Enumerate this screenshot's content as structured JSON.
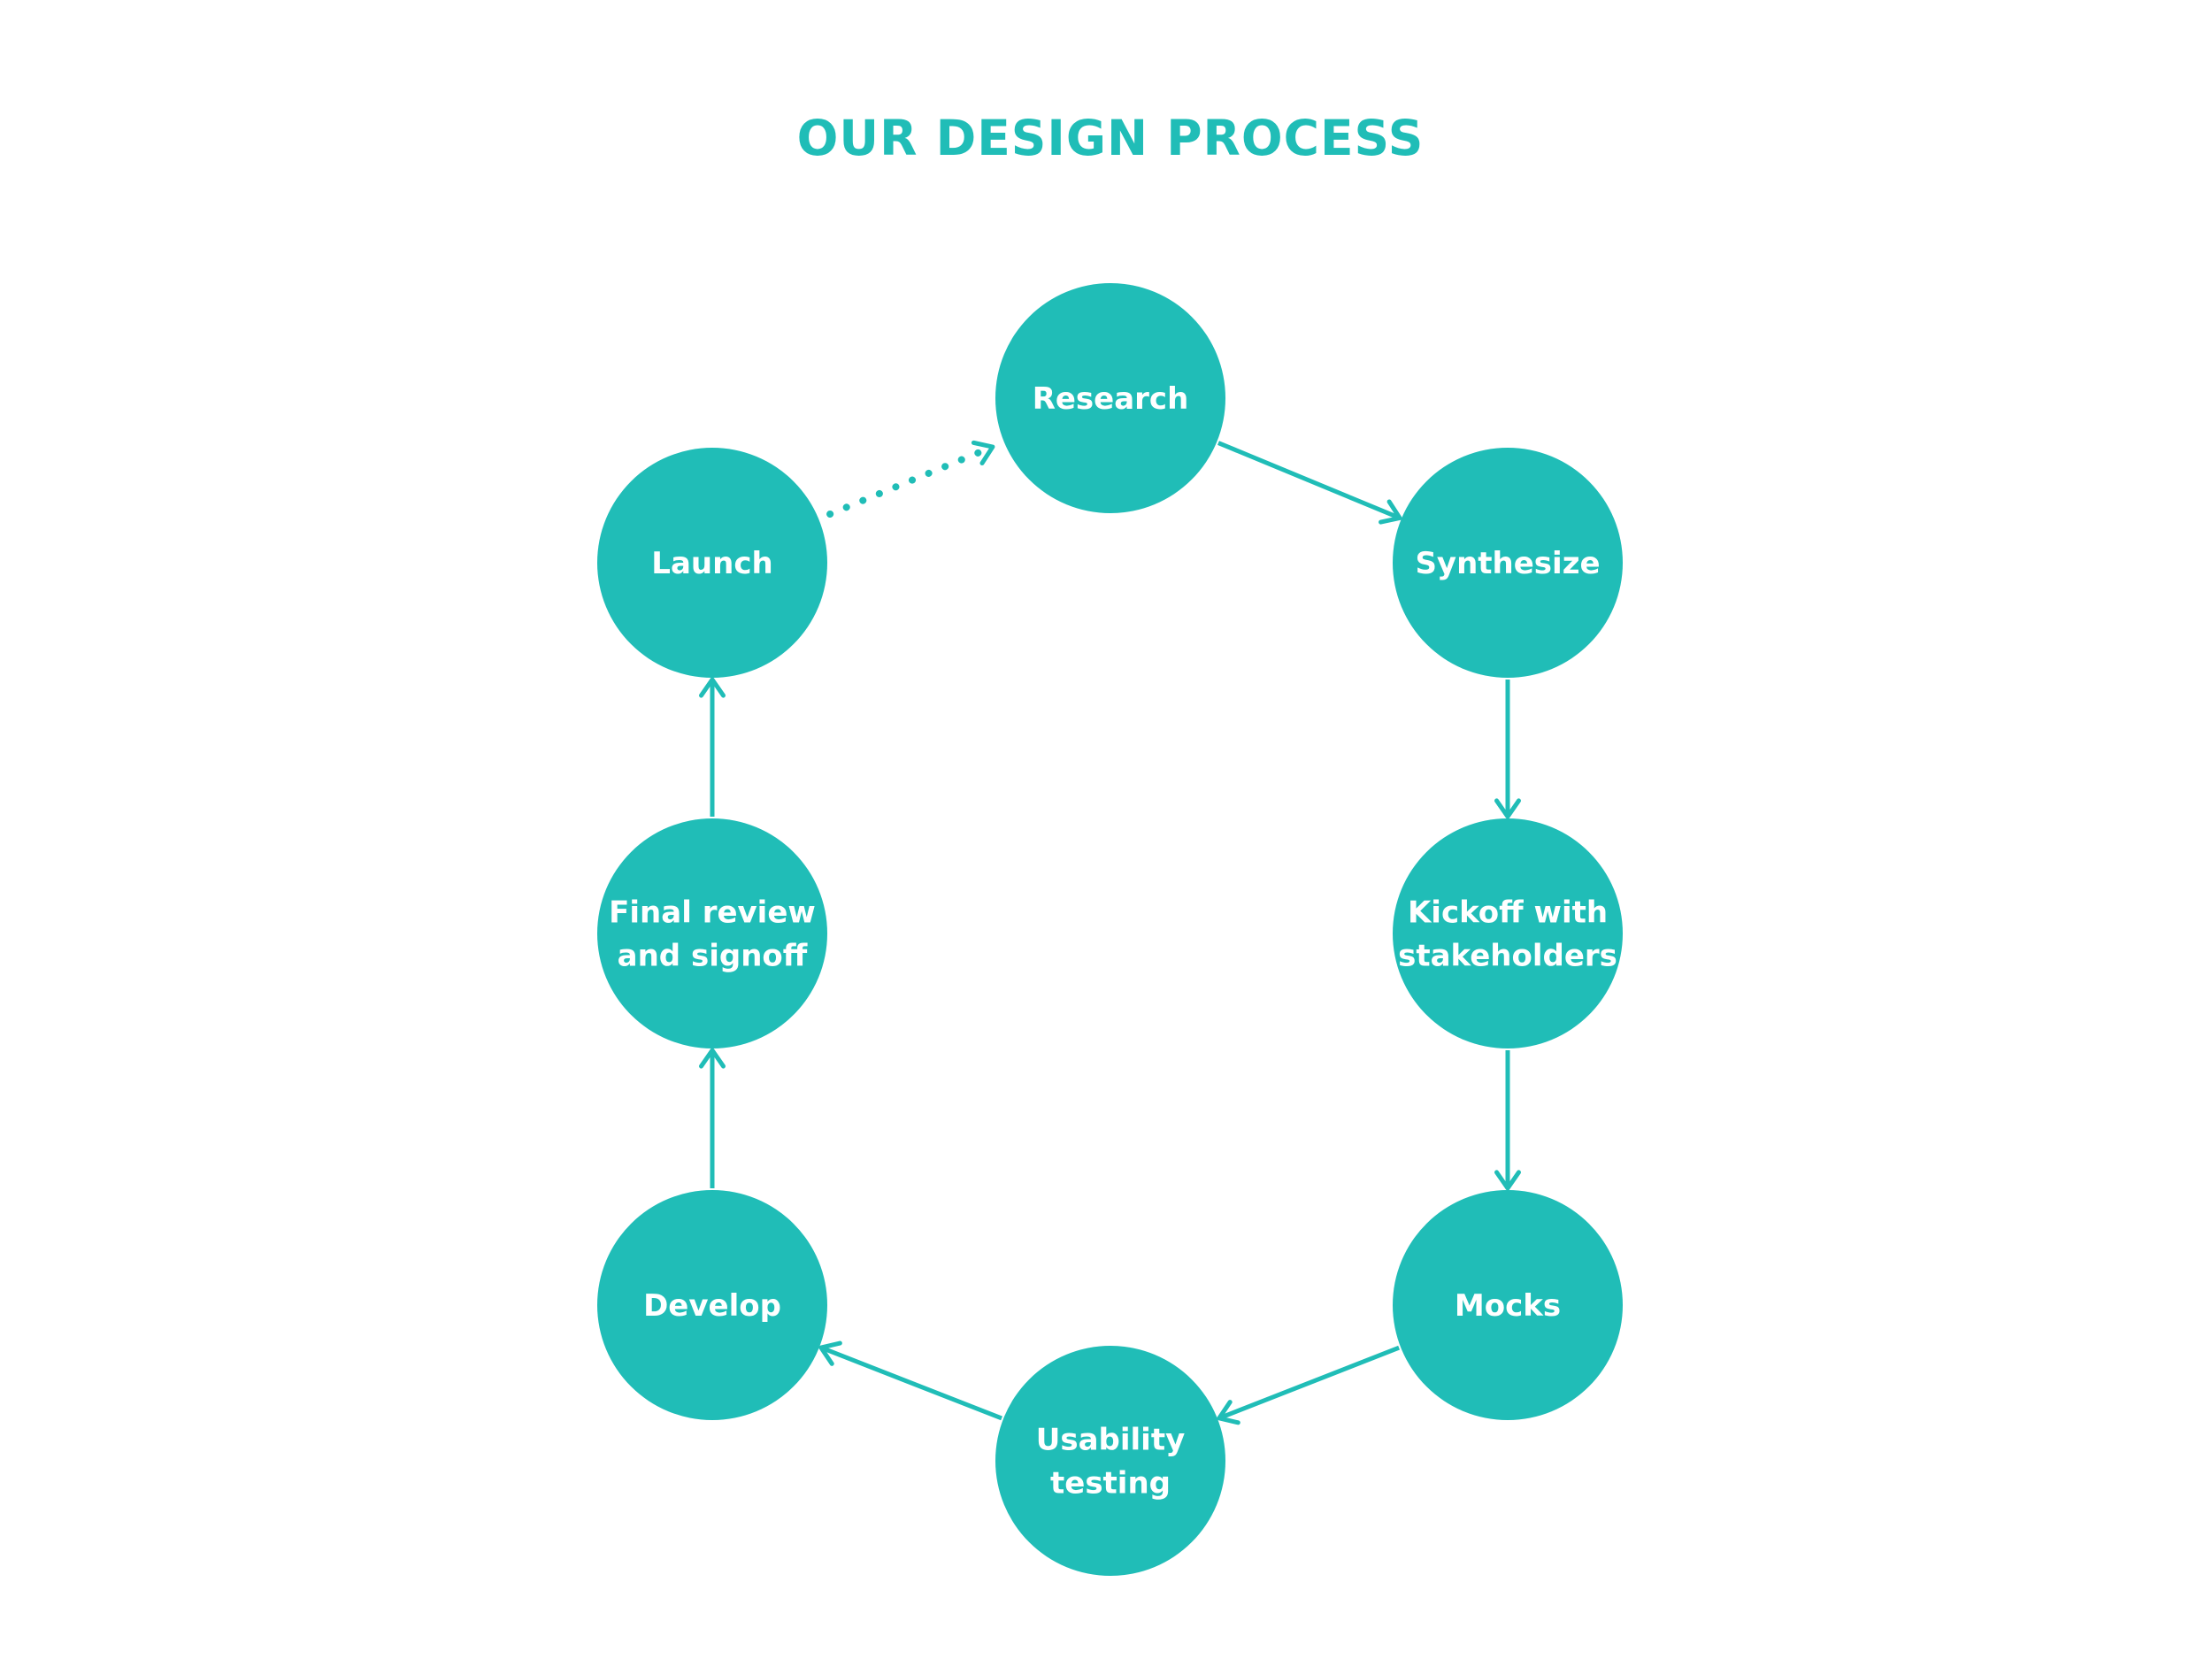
{
  "title": "OUR DESIGN PROCESS",
  "colors": {
    "accent": "#20BDB7",
    "background": "#FFFFFF",
    "label": "#FFFFFF"
  },
  "nodes": [
    {
      "id": "research",
      "lines": [
        "Research"
      ]
    },
    {
      "id": "synthesize",
      "lines": [
        "Synthesize"
      ]
    },
    {
      "id": "kickoff",
      "lines": [
        "Kickoff with",
        "stakeholders"
      ]
    },
    {
      "id": "mocks",
      "lines": [
        "Mocks"
      ]
    },
    {
      "id": "usability",
      "lines": [
        "Usability",
        "testing"
      ]
    },
    {
      "id": "develop",
      "lines": [
        "Develop"
      ]
    },
    {
      "id": "final-review",
      "lines": [
        "Final review",
        "and signoff"
      ]
    },
    {
      "id": "launch",
      "lines": [
        "Launch"
      ]
    }
  ],
  "edges": [
    {
      "from": "research",
      "to": "synthesize",
      "style": "solid"
    },
    {
      "from": "synthesize",
      "to": "kickoff",
      "style": "solid"
    },
    {
      "from": "kickoff",
      "to": "mocks",
      "style": "solid"
    },
    {
      "from": "mocks",
      "to": "usability",
      "style": "solid"
    },
    {
      "from": "usability",
      "to": "develop",
      "style": "solid"
    },
    {
      "from": "develop",
      "to": "final-review",
      "style": "solid"
    },
    {
      "from": "final-review",
      "to": "launch",
      "style": "solid"
    },
    {
      "from": "launch",
      "to": "research",
      "style": "dotted"
    }
  ]
}
